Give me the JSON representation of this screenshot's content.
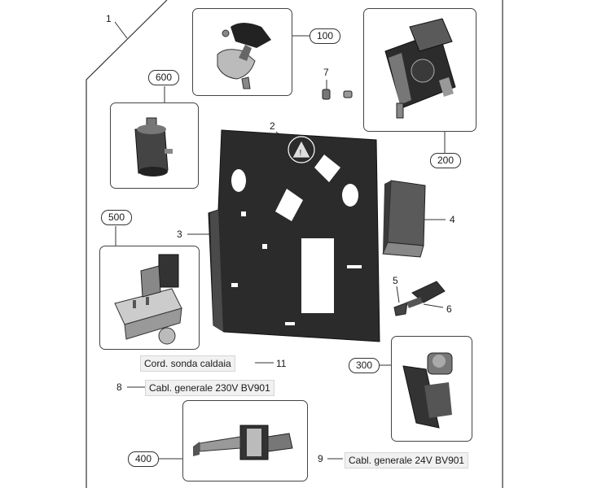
{
  "parts": {
    "p1": "1",
    "p2": "2",
    "p3": "3",
    "p4": "4",
    "p5": "5",
    "p6": "6",
    "p7": "7",
    "p8": "8",
    "p9": "9",
    "p11": "11"
  },
  "assemblies": {
    "a100": "100",
    "a200": "200",
    "a300": "300",
    "a400": "400",
    "a500": "500",
    "a600": "600"
  },
  "labels": {
    "cord_sonda": "Cord. sonda caldaia",
    "cabl_230": "Cabl. generale 230V BV901",
    "cabl_24": "Cabl. generale 24V BV901"
  }
}
